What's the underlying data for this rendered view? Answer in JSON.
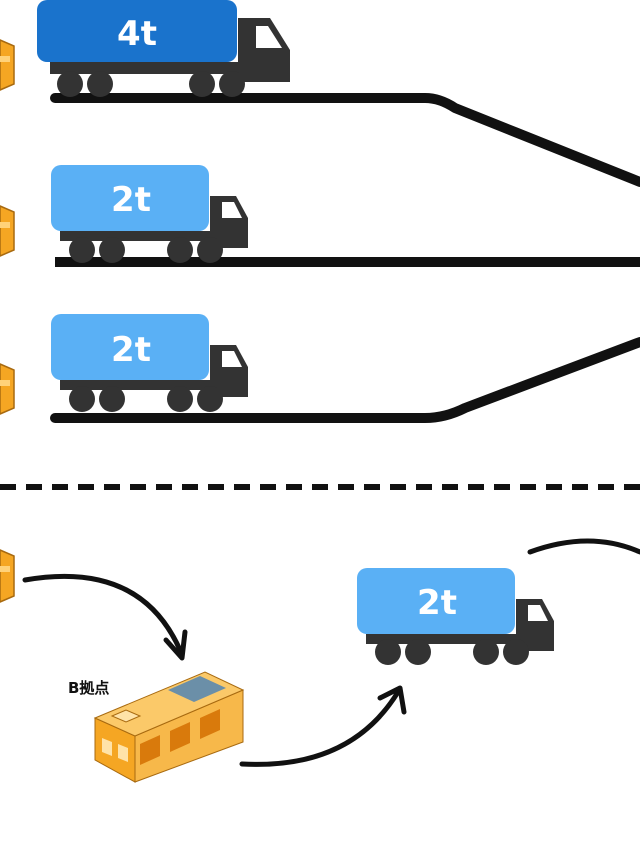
{
  "colors": {
    "truck_large": "#1a73cc",
    "truck_small": "#5ab0f5",
    "cab": "#333333",
    "road": "#111111",
    "warehouse": "#f5a623"
  },
  "trucks": [
    {
      "load": "4t",
      "size": "large"
    },
    {
      "load": "2t",
      "size": "small"
    },
    {
      "load": "2t",
      "size": "small"
    },
    {
      "load": "2t",
      "size": "small"
    }
  ],
  "hub": {
    "label": "B拠点",
    "icon": "warehouse-icon"
  }
}
